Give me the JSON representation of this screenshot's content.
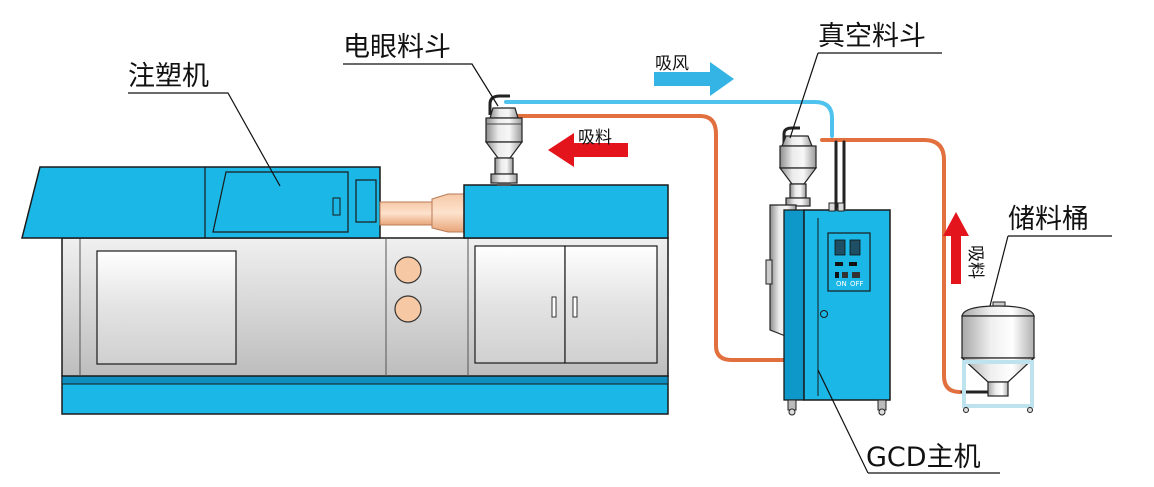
{
  "labels": {
    "injection_machine": "注塑机",
    "electric_eye_hopper": "电眼料斗",
    "vacuum_hopper": "真空料斗",
    "storage_bin": "储料桶",
    "main_unit": "GCD主机"
  },
  "flows": {
    "suction_air": "吸风",
    "suction_material_left": "吸料",
    "suction_material_right": "吸料"
  },
  "panel_texts": [
    "ON",
    "OFF"
  ],
  "colors": {
    "machine_blue": "#1bb7e6",
    "air_line": "#4fc3ee",
    "material_line": "#e2703f",
    "arrow_red": "#e3141b",
    "outline": "#1a1a1a"
  }
}
